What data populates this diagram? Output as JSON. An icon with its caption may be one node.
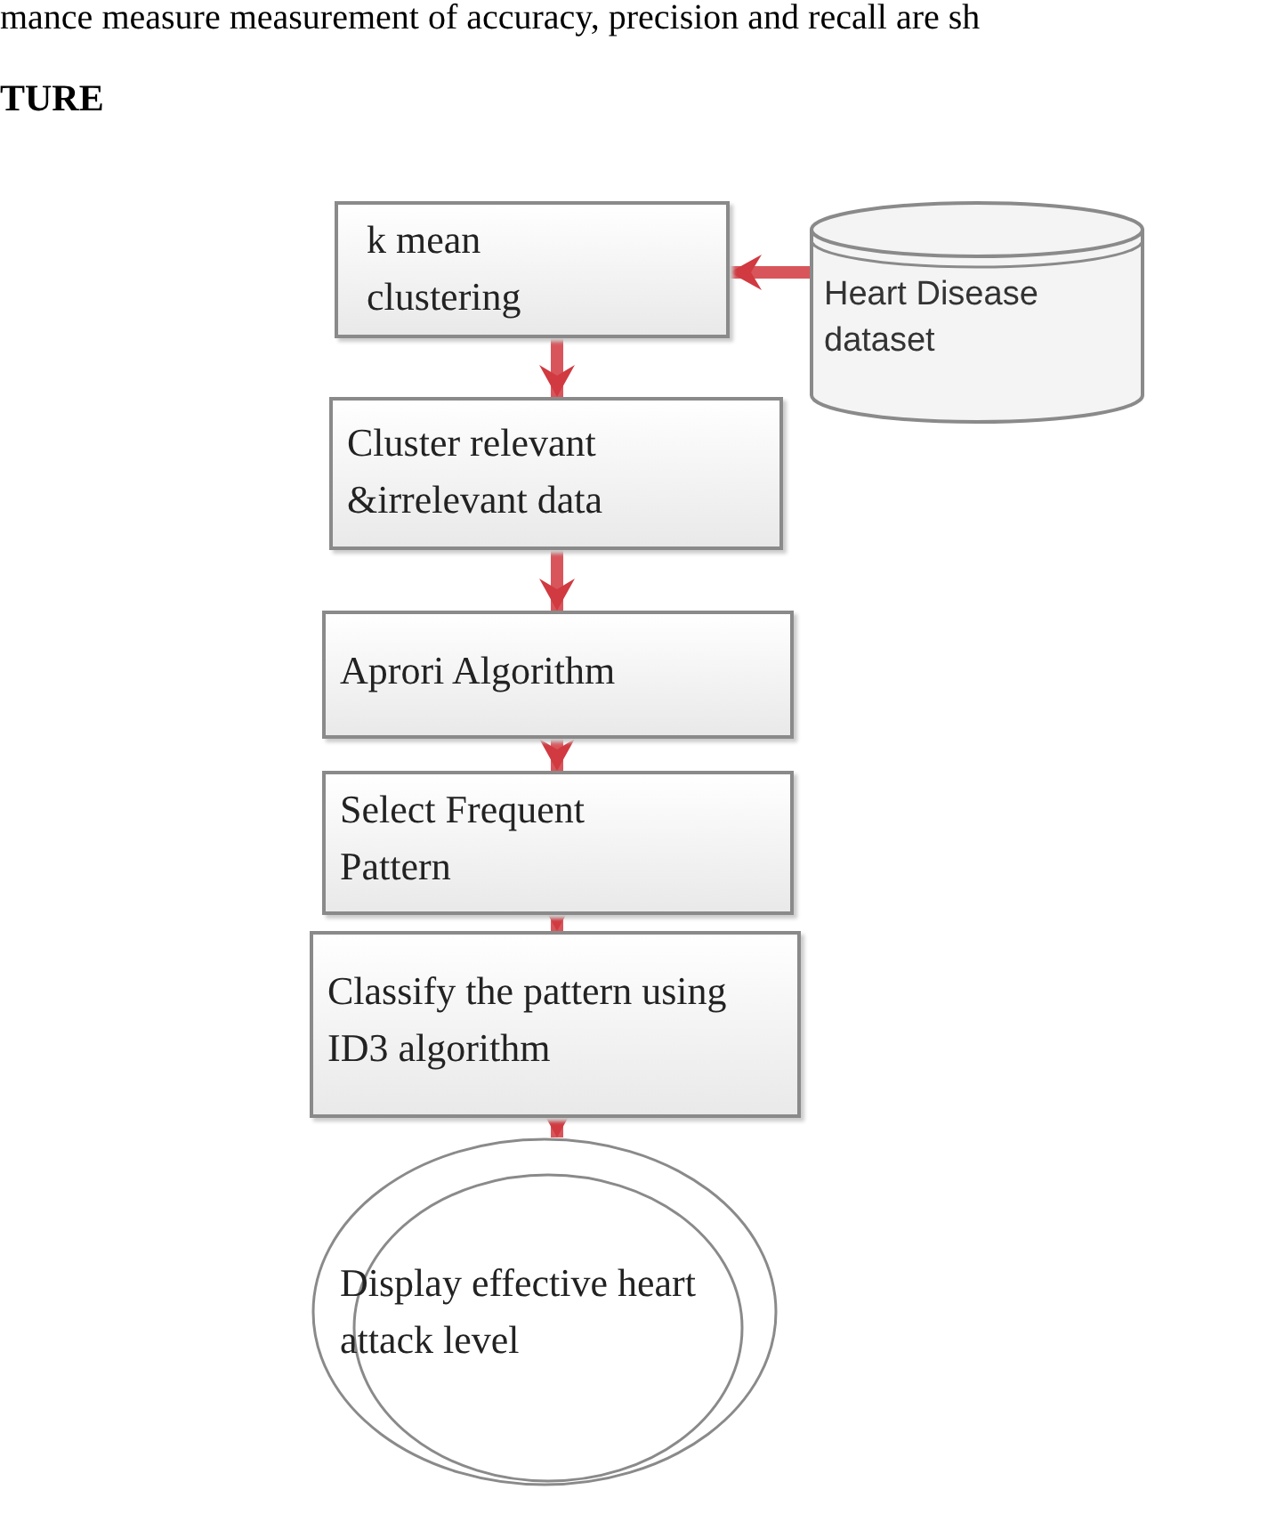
{
  "diagram": {
    "nodes": [
      {
        "text": [
          "k mean clustering"
        ]
      },
      {
        "text": [
          "Heart Disease dataset"
        ]
      },
      {
        "text": [
          "Cluster relevant &irrelevant data"
        ]
      },
      {
        "text": [
          "Aprori  Algorithm"
        ]
      },
      {
        "text": [
          "Select Frequent Pattern"
        ]
      },
      {
        "text": [
          "Classify the pattern using ID3 algorithm"
        ]
      },
      {
        "text": [
          "Display effective heart attack level"
        ]
      }
    ],
    "edges": [
      {
        "from": 1,
        "to": 0,
        "arrow": "to"
      },
      {
        "from": 0,
        "to": 2,
        "arrow": "to"
      },
      {
        "from": 2,
        "to": 3,
        "arrow": "to"
      },
      {
        "from": 3,
        "to": 4,
        "arrow": "to"
      },
      {
        "from": 4,
        "to": 5,
        "arrow": "to"
      },
      {
        "from": 5,
        "to": 6,
        "arrow": "to"
      }
    ],
    "labels": [
      "mance measure measurement of accuracy, precision and recall are sh",
      "TURE"
    ]
  }
}
